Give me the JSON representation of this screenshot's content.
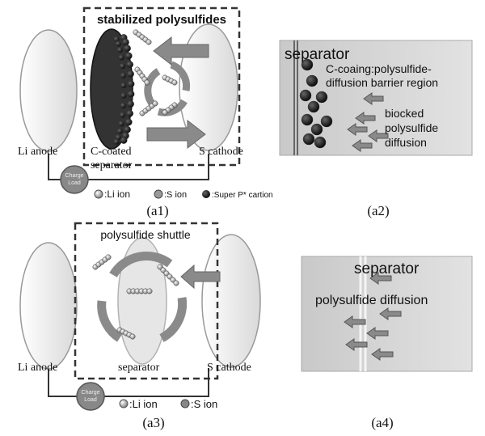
{
  "panel_a1": {
    "box_title": "stabilized polysulfides",
    "anode_label": "Li anode",
    "separator_label_line1": "C-coated",
    "separator_label_line2": "separator",
    "cathode_label": "S cathode",
    "load_line1": "Charge",
    "load_line2": "Load",
    "legend_li": ":Li ion",
    "legend_s": ":S ion",
    "legend_c": ":Super P* cartion",
    "caption": "(a1)"
  },
  "panel_a2": {
    "title": "separator",
    "barrier_line1": "C-coaing:polysulfide-",
    "barrier_line2": "diffusion barrier region",
    "blocked_line1": "biocked",
    "blocked_line2": "polysulfide",
    "blocked_line3": "diffusion",
    "caption": "(a2)"
  },
  "panel_a3": {
    "box_title": "polysulfide shuttle",
    "anode_label": "Li anode",
    "separator_label": "separator",
    "cathode_label": "S cathode",
    "load_line1": "Charge",
    "load_line2": "Load",
    "legend_li": ":Li ion",
    "legend_s": ":S ion",
    "caption": "(a3)"
  },
  "panel_a4": {
    "title": "separator",
    "diffusion_label": "polysulfide diffusion",
    "caption": "(a4)"
  },
  "colors": {
    "electrode": "#ececec",
    "panel_bg": "#d4d4d4",
    "arrow": "#8a8a8a",
    "carbon": "#1a1a1a",
    "wire": "#333333"
  }
}
